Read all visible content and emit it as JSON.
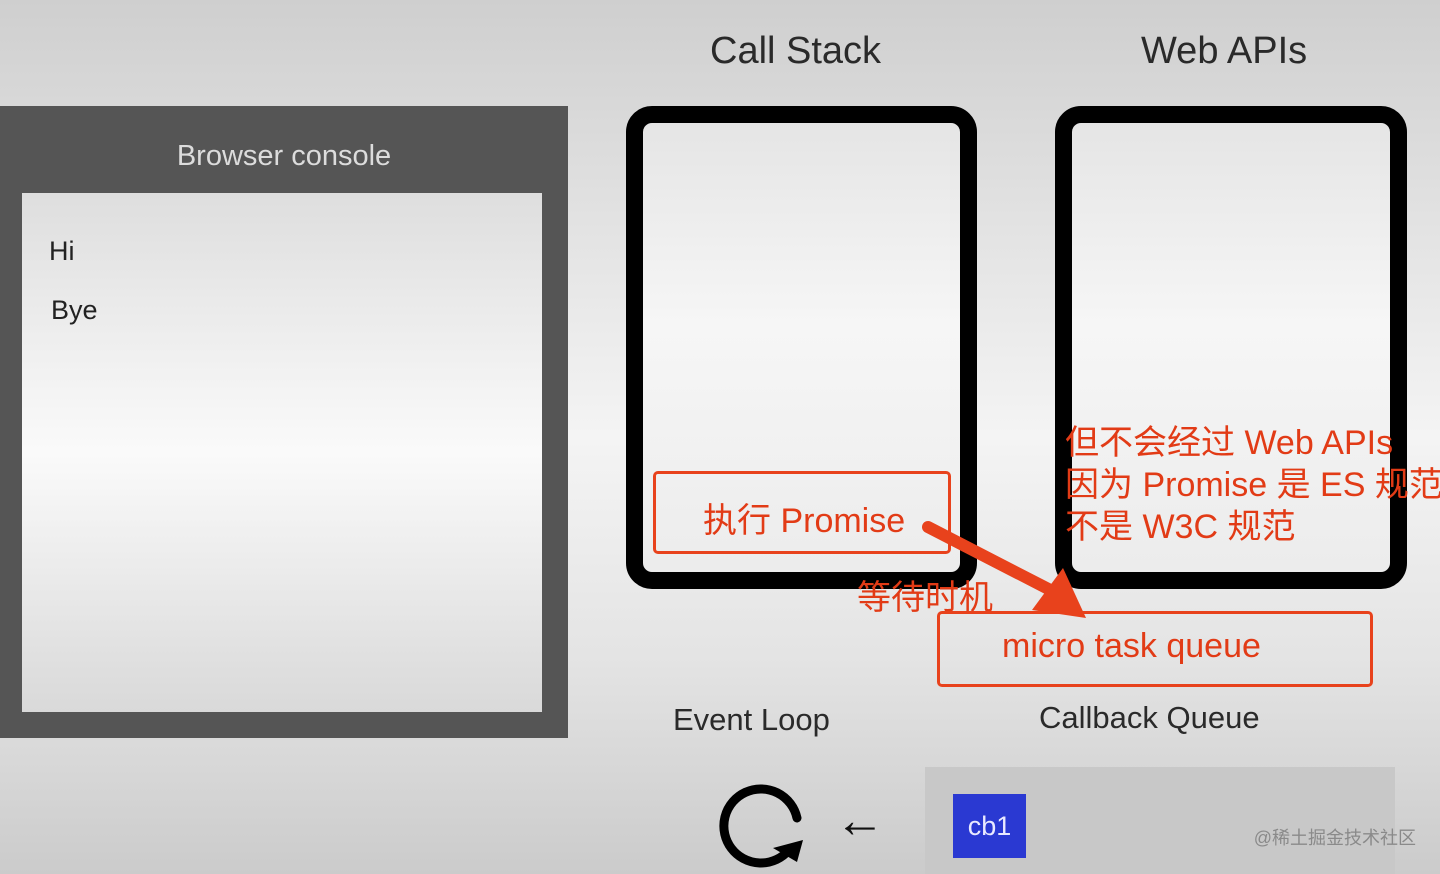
{
  "console": {
    "title": "Browser console",
    "lines": [
      "Hi",
      "Bye"
    ]
  },
  "columns": {
    "call_stack": "Call Stack",
    "web_apis": "Web APIs"
  },
  "annotations": {
    "execute_promise": "执行 Promise",
    "note_line1": "但不会经过 Web APIs",
    "note_line2": "因为 Promise 是 ES 规范",
    "note_line3": "不是 W3C 规范",
    "waiting": "等待时机",
    "micro_task_queue": "micro task queue"
  },
  "labels": {
    "event_loop": "Event Loop",
    "callback_queue": "Callback Queue"
  },
  "queue_items": [
    "cb1"
  ],
  "arrow_glyph": "←",
  "watermark": "@稀土掘金技术社区",
  "colors": {
    "annotation_red": "#e8421c",
    "console_frame": "#555555",
    "callback_chip": "#2a39d2"
  }
}
